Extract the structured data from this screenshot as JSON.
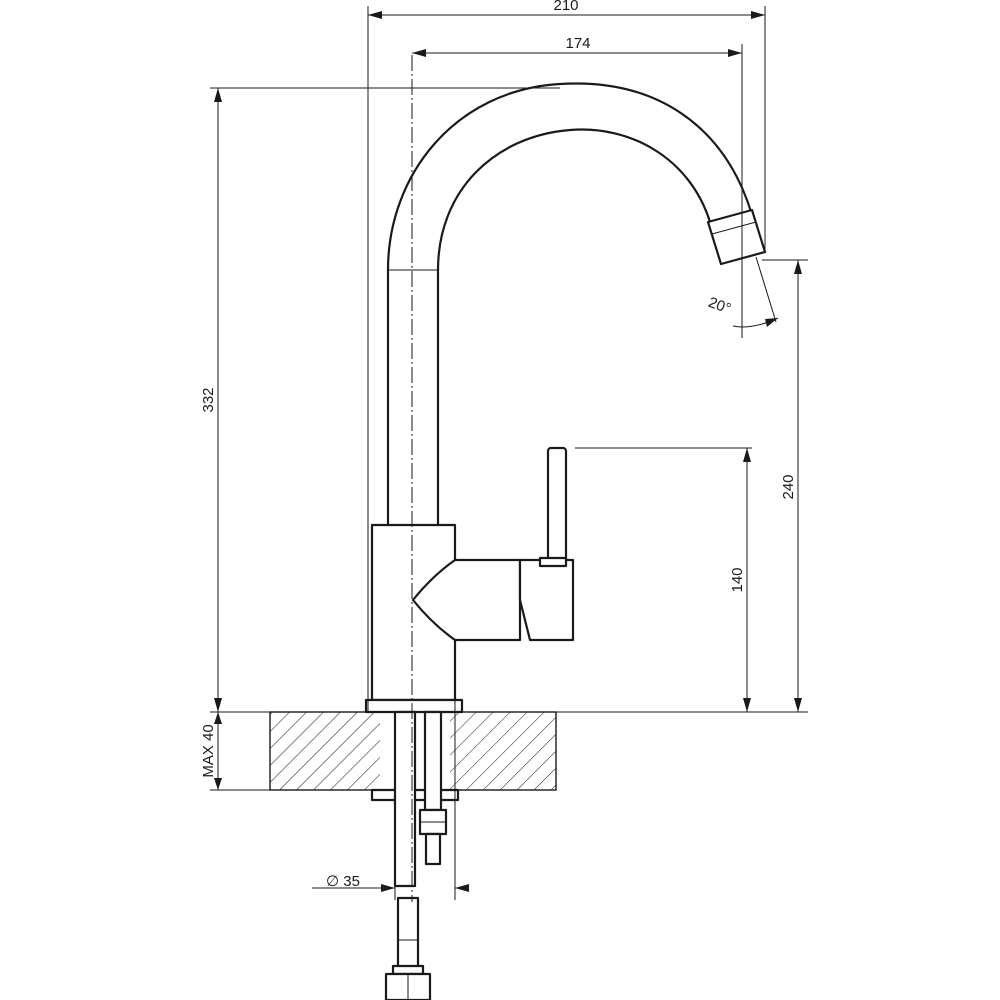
{
  "dimensions": {
    "overall_width": "210",
    "spout_reach": "174",
    "overall_height": "332",
    "spout_height": "240",
    "lever_height": "140",
    "max_counter_thickness": "MAX 40",
    "shank_diameter": "35",
    "diameter_symbol": "∅",
    "spout_angle": "20°"
  },
  "colors": {
    "line": "#1a1a1a",
    "background": "#ffffff"
  }
}
